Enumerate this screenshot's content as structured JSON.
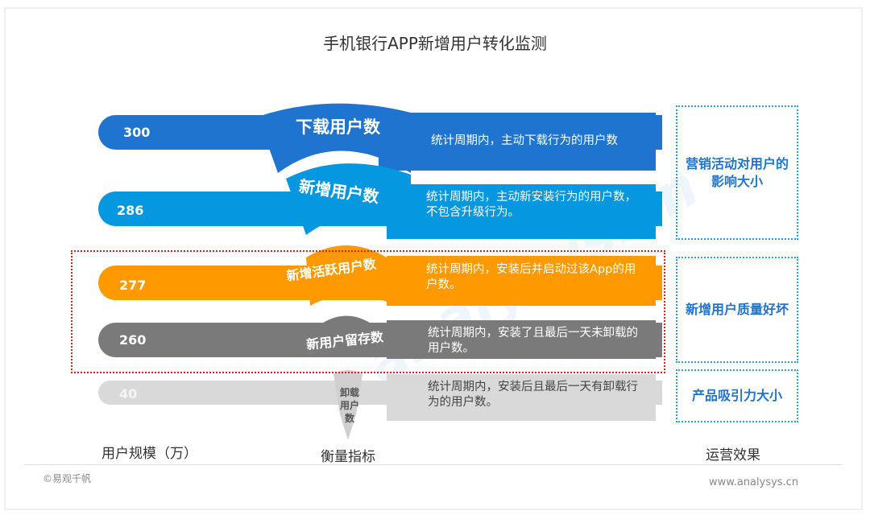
{
  "title": "手机银行APP新增用户转化监测",
  "colors": {
    "download": "#1e74cf",
    "new": "#0597df",
    "active": "#ff9900",
    "retained": "#7a7a7a",
    "uninstall": "#d9d9d9",
    "effect_text": "#1e74cf",
    "effect_border": "#29a3e3",
    "highlight_border": "#e02020"
  },
  "rows": [
    {
      "value": "300",
      "label": "下载用户数",
      "desc": "统计周期内，主动下载行为的用户数"
    },
    {
      "value": "286",
      "label": "新增用户数",
      "desc": "统计周期内，主动新安装行为的用户数，不包含升级行为。"
    },
    {
      "value": "277",
      "label": "新增活跃用户数",
      "desc": "统计周期内，安装后并启动过该App的用户数。"
    },
    {
      "value": "260",
      "label": "新用户留存数",
      "desc": "统计周期内，安装了且最后一天未卸载的用户数。"
    },
    {
      "value": "40",
      "label": "卸载用户数",
      "desc": "统计周期内，安装后且最后一天有卸载行为的用户数。"
    }
  ],
  "effects": [
    {
      "text": "营销活动对用户的影响大小"
    },
    {
      "text": "新增用户质量好坏"
    },
    {
      "text": "产品吸引力大小"
    }
  ],
  "axis_labels": {
    "left": "用户规模（万）",
    "middle": "衡量指标",
    "right": "运营效果"
  },
  "footer": {
    "copyright": "©易观千帆",
    "website": "www.analysys.cn"
  },
  "watermark": "analysys.cn"
}
